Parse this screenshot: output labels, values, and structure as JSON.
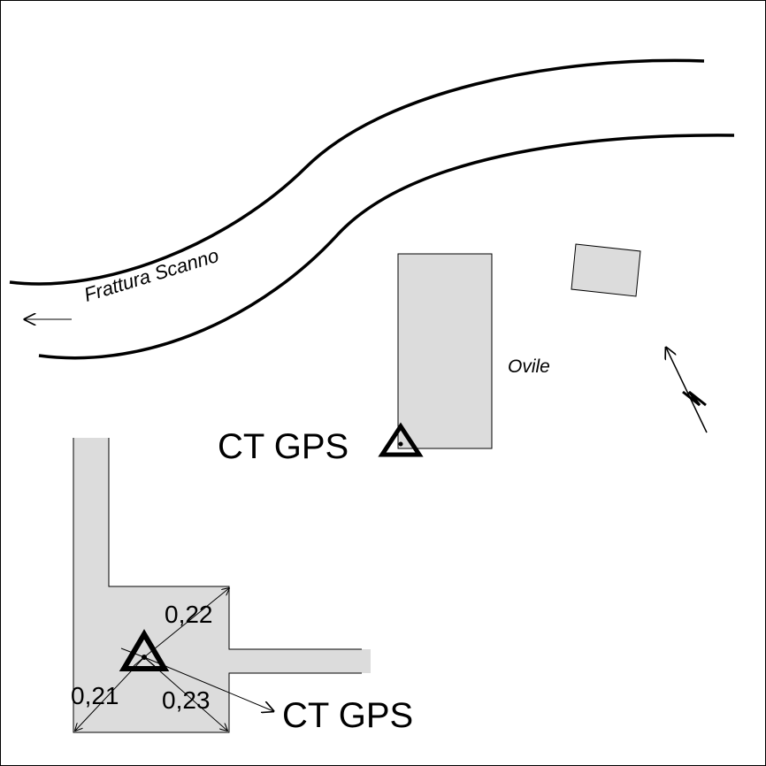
{
  "map": {
    "fault_label": "Frattura  Scanno",
    "building_label": "Ovile",
    "gps_station_top": "CT GPS",
    "gps_station_bottom": "CT GPS",
    "measurements": [
      "0,22",
      "0,21",
      "0,23"
    ],
    "north_symbol": "N",
    "colors": {
      "building_fill": "#dcdcdc",
      "line": "#000000",
      "background": "#ffffff"
    }
  }
}
